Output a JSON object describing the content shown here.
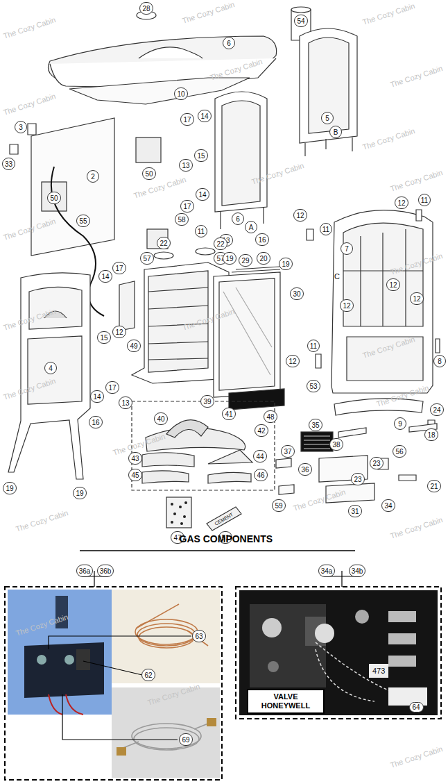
{
  "diagram": {
    "title": "GAS COMPONENTS",
    "nodes": [
      {
        "text": [
          "VALVE HONEYWELL"
        ]
      }
    ],
    "labels": [
      "28",
      "54",
      "6",
      "10",
      "17",
      "14",
      "3",
      "33",
      "2",
      "50",
      "15",
      "13",
      "5",
      "B",
      "50",
      "55",
      "12",
      "11",
      "17",
      "14",
      "6",
      "A",
      "13",
      "16",
      "58",
      "11",
      "22",
      "22",
      "57",
      "57",
      "12",
      "11",
      "7",
      "C",
      "19",
      "19",
      "14",
      "17",
      "29",
      "20",
      "30",
      "12",
      "12",
      "12",
      "15",
      "12",
      "49",
      "4",
      "12",
      "11",
      "8",
      "53",
      "48",
      "9",
      "14",
      "17",
      "13",
      "16",
      "19",
      "19",
      "18",
      "39",
      "40",
      "41",
      "42",
      "43",
      "44",
      "45",
      "46",
      "24",
      "35",
      "38",
      "37",
      "56",
      "23",
      "23",
      "36",
      "31",
      "59",
      "34",
      "21",
      "47",
      "51",
      "CEMENT",
      "36a",
      "36b",
      "63",
      "62",
      "69",
      "34a",
      "34b",
      "473",
      "64",
      "The Cozy Cabin",
      "The Cozy Cabin",
      "The Cozy Cabin",
      "The Cozy Cabin",
      "The Cozy Cabin",
      "The Cozy Cabin",
      "The Cozy Cabin",
      "The Cozy Cabin",
      "The Cozy Cabin",
      "The Cozy Cabin",
      "The Cozy Cabin",
      "The Cozy Cabin",
      "The Cozy Cabin",
      "The Cozy Cabin",
      "The Cozy Cabin",
      "The Cozy Cabin",
      "The Cozy Cabin",
      "The Cozy Cabin",
      "The Cozy Cabin",
      "The Cozy Cabin",
      "The Cozy Cabin",
      "The Cozy Cabin",
      "The Cozy Cabin",
      "The Cozy Cabin"
    ]
  }
}
